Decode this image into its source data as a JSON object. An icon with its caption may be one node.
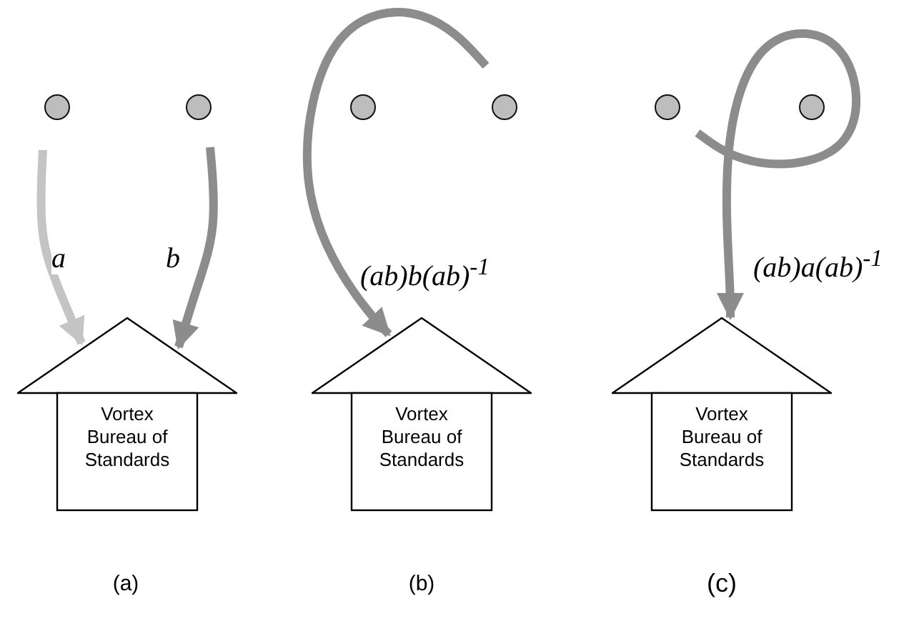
{
  "diagram": {
    "nodes": [
      {
        "text": [],
        "shape": "circle"
      },
      {
        "text": [],
        "shape": "circle"
      },
      {
        "text": [
          "Vortex Bureau of Standards"
        ]
      },
      {
        "text": [],
        "shape": "circle"
      },
      {
        "text": [],
        "shape": "circle"
      },
      {
        "text": [
          "Vortex Bureau of Standards"
        ]
      },
      {
        "text": [],
        "shape": "circle"
      },
      {
        "text": [],
        "shape": "circle"
      },
      {
        "text": [
          "Vortex Bureau of Standards"
        ]
      }
    ],
    "edges": [
      {
        "from": null,
        "to": 2,
        "arrow": "to",
        "label": "a",
        "color": "#c4c4c4"
      },
      {
        "from": null,
        "to": 2,
        "arrow": "to",
        "label": "b"
      },
      {
        "from": null,
        "to": 5,
        "arrow": "to",
        "label": "(ab)b(ab)$^{-1}$"
      },
      {
        "from": null,
        "to": 8,
        "arrow": "to",
        "label": "(ab)a(ab)$^{-1}$"
      }
    ],
    "labels": [
      "(a)",
      "(b)",
      "(c)"
    ]
  }
}
